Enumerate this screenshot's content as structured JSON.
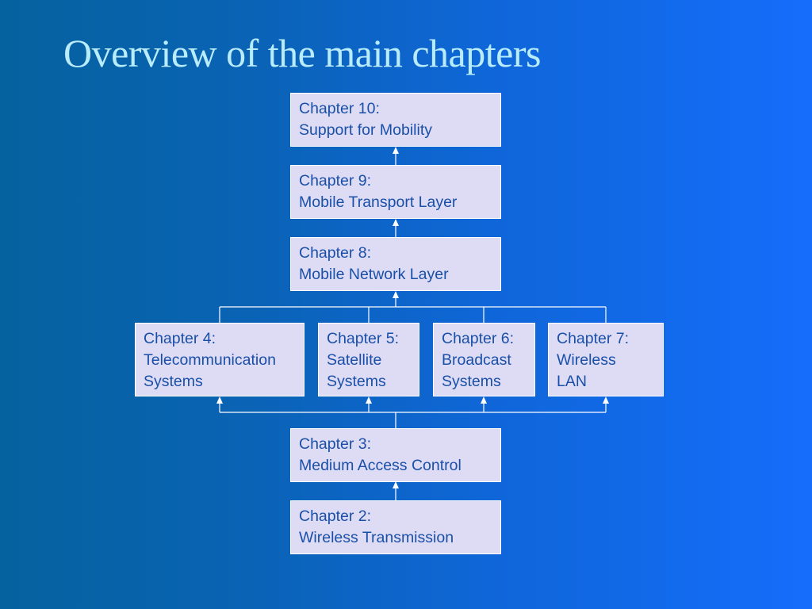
{
  "slide": {
    "title": "Overview of the main chapters"
  },
  "chapters": {
    "ch10": {
      "line1": "Chapter 10:",
      "line2": "Support for Mobility"
    },
    "ch9": {
      "line1": "Chapter 9:",
      "line2": "Mobile Transport Layer"
    },
    "ch8": {
      "line1": "Chapter 8:",
      "line2": "Mobile Network Layer"
    },
    "ch4": {
      "line1": "Chapter 4:",
      "line2": "Telecommunication",
      "line3": "Systems"
    },
    "ch5": {
      "line1": "Chapter 5:",
      "line2": "Satellite",
      "line3": "Systems"
    },
    "ch6": {
      "line1": "Chapter 6:",
      "line2": "Broadcast",
      "line3": "Systems"
    },
    "ch7": {
      "line1": "Chapter 7:",
      "line2": "Wireless",
      "line3": "LAN"
    },
    "ch3": {
      "line1": "Chapter 3:",
      "line2": "Medium Access Control"
    },
    "ch2": {
      "line1": "Chapter 2:",
      "line2": "Wireless Transmission"
    }
  },
  "colors": {
    "box_fill": "#dedcf5",
    "box_text": "#1a4fa8",
    "title_text": "#b9ecfb",
    "connector": "#ffffff"
  }
}
